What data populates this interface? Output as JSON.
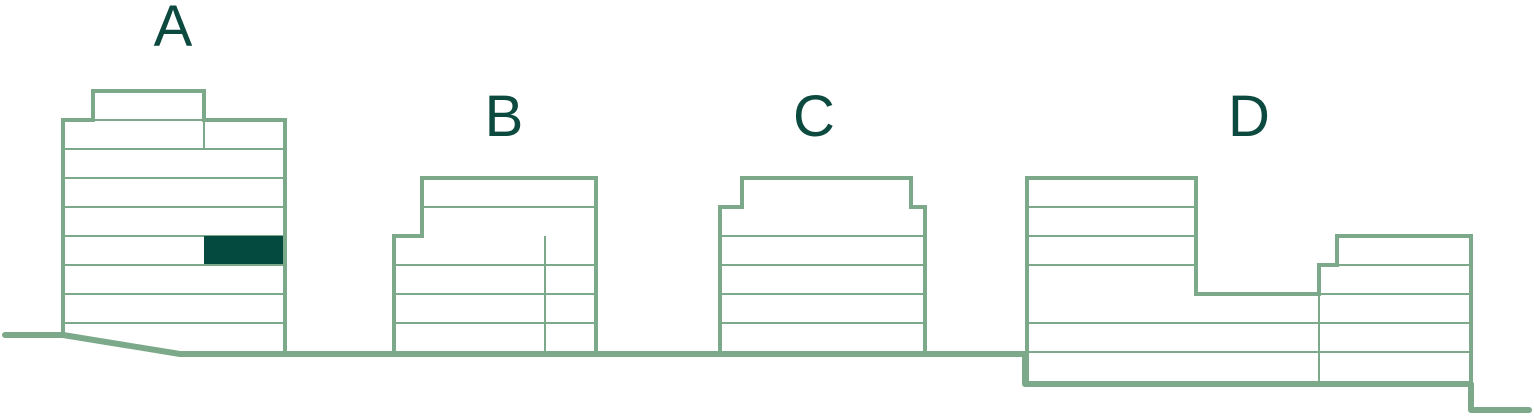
{
  "colors": {
    "outline": "#7ca98a",
    "label": "#0c4a3f",
    "highlight": "#044a3e",
    "background": "#ffffff"
  },
  "buildings": [
    {
      "id": "a",
      "label": "A"
    },
    {
      "id": "b",
      "label": "B"
    },
    {
      "id": "c",
      "label": "C"
    },
    {
      "id": "d",
      "label": "D"
    }
  ]
}
